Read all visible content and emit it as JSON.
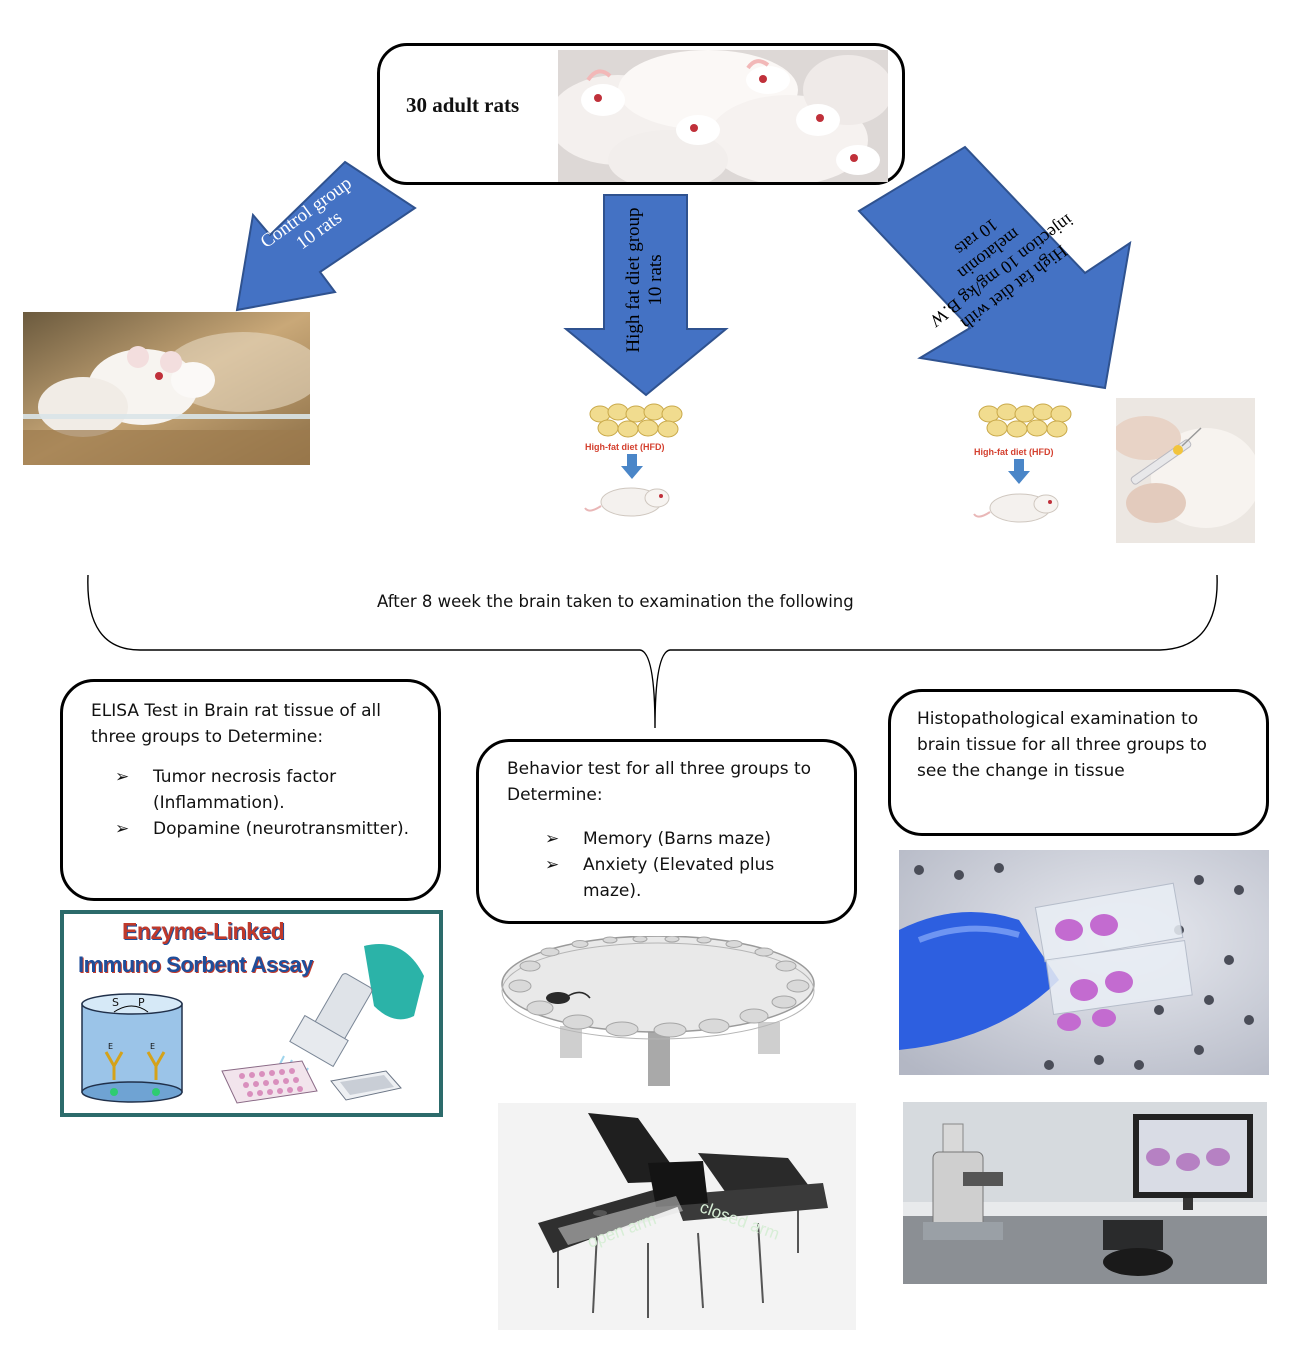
{
  "top_box": {
    "title": "30 adult rats"
  },
  "arrows": {
    "control": {
      "line1": "Control group",
      "line2": "10 rats"
    },
    "hfd": {
      "line1": "High fat diet  group",
      "line2": "10 rats"
    },
    "melatonin": {
      "line1": "High fat diet with",
      "line2": "injection 10 mg/kg B.W",
      "line3": "melatonin",
      "line4": "10 rats"
    }
  },
  "hfd_label": "High-fat diet (HFD)",
  "brace_caption": "After 8 week the brain taken to examination the following",
  "elisa_box": {
    "intro": "ELISA Test in Brain rat tissue of all three groups to Determine:",
    "bullet": "➢",
    "items": [
      "Tumor necrosis factor (Inflammation).",
      "Dopamine (neurotransmitter)."
    ]
  },
  "behavior_box": {
    "intro": "Behavior test for all three groups to Determine:",
    "items": [
      "Memory (Barns maze)",
      "Anxiety (Elevated plus maze)."
    ]
  },
  "histo_box": {
    "text": "Histopathological examination to brain tissue for all three groups to see the change in tissue"
  },
  "elisa_graphic": {
    "title_line1": "Enzyme-Linked",
    "title_line2": "Immuno Sorbent Assay",
    "s_label": "S",
    "p_label": "P",
    "e_label": "E",
    "colors": {
      "red": "#c0392b",
      "blue": "#1f4e9a",
      "border": "#2c6b6b"
    }
  },
  "maze_labels": {
    "open": "open arm",
    "closed": "closed arm"
  },
  "colors": {
    "arrow_fill": "#4472c4",
    "arrow_stroke": "#2f528f"
  }
}
